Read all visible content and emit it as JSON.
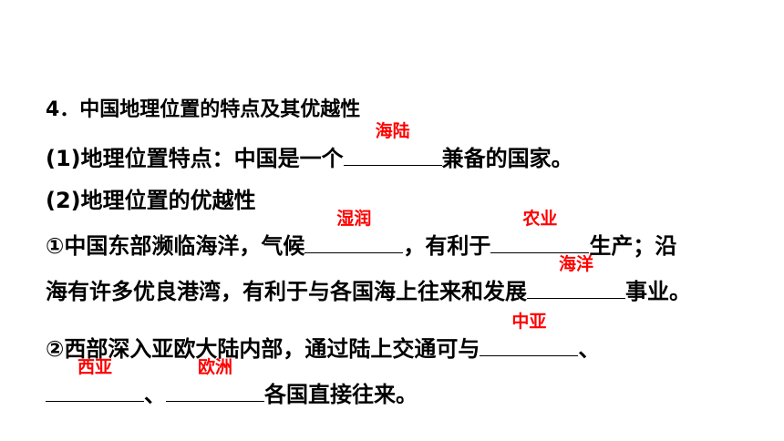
{
  "section_title": "4．中国地理位置的特点及其优越性",
  "item1": {
    "prefix": "(1)地理位置特点：中国是一个",
    "answer": "海陆",
    "suffix": "兼备的国家。"
  },
  "item2": {
    "title": "(2)地理位置的优越性"
  },
  "point1": {
    "text_a": "①中国东部濒临海洋，气候",
    "answer_a": "湿润",
    "text_b": "，有利于",
    "answer_b": "农业",
    "text_c": "生产；沿",
    "text_d": "海有许多优良港湾，有利于与各国海上往来和发展",
    "answer_c": "海洋",
    "text_e": "事业。"
  },
  "point2": {
    "text_a": "②西部深入亚欧大陆内部，通过陆上交通可与",
    "answer_a": "中亚",
    "text_b": "、",
    "answer_b": "西亚",
    "text_c": "、",
    "answer_c": "欧洲",
    "text_d": "各国直接往来。"
  },
  "colors": {
    "answer": "#ff0000",
    "text": "#000000"
  }
}
